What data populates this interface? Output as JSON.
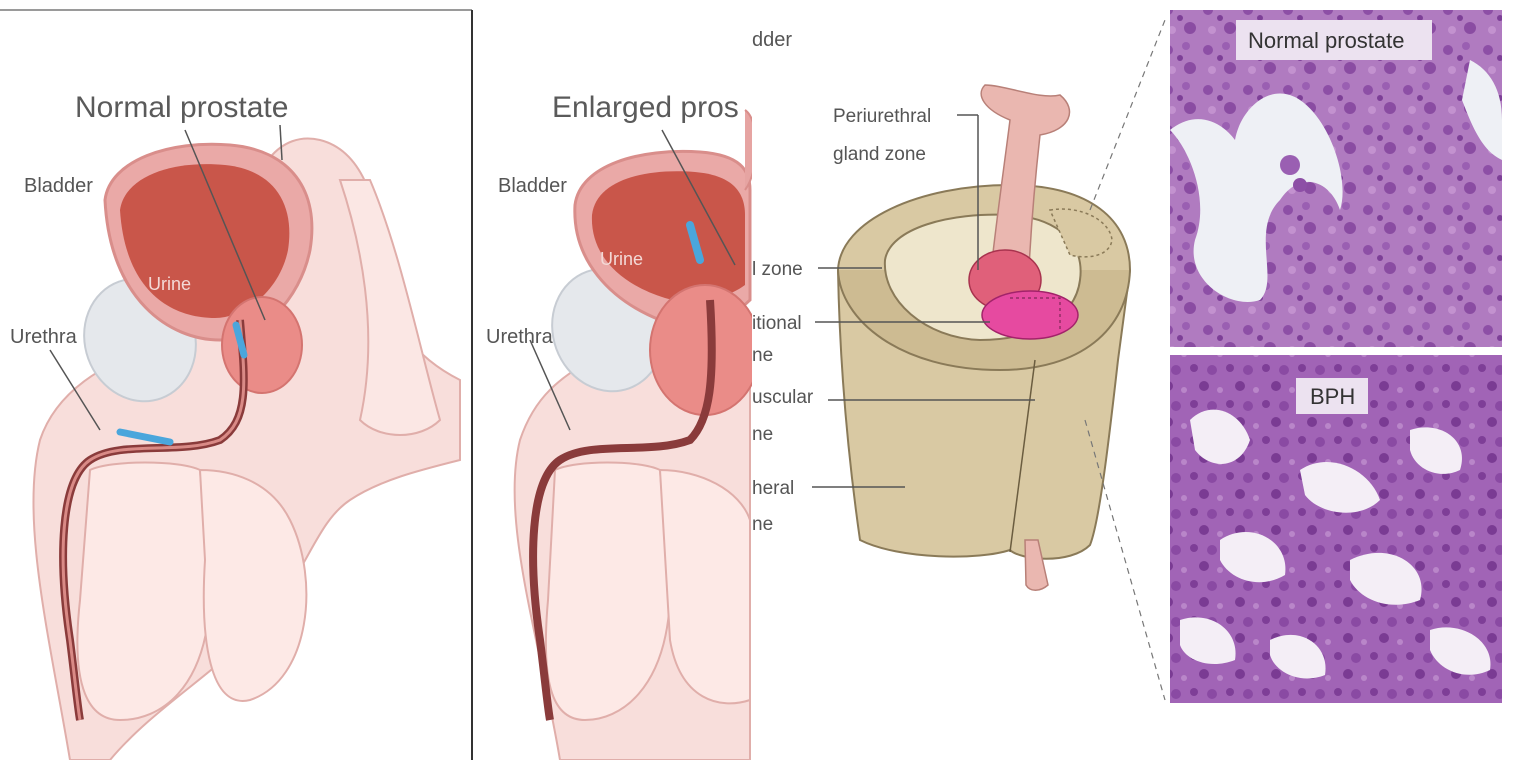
{
  "panel_normal": {
    "title": "Normal prostate",
    "bladder": "Bladder",
    "urine": "Urine",
    "urethra": "Urethra"
  },
  "panel_enlarged": {
    "title": "Enlarged pros",
    "bladder": "Bladder",
    "urine": "Urine",
    "urethra": "Urethra"
  },
  "panel_zones": {
    "bladder_fragment": "dder",
    "periurethral_line1": "Periurethral",
    "periurethral_line2": "gland zone",
    "central_zone": "l zone",
    "transitional_line1": "itional",
    "transitional_line2": "ne",
    "fibromuscular_line1": "uscular",
    "fibromuscular_line2": "ne",
    "peripheral_line1": "heral",
    "peripheral_line2": "ne"
  },
  "histology": {
    "top_label": "Normal prostate",
    "bottom_label": "BPH"
  },
  "colors": {
    "skin": "#f7dcd8",
    "bladder_wall": "#e8a8a6",
    "bladder_lumen": "#c95a4e",
    "prostate": "#e88a86",
    "urethra": "#8a3b3b",
    "urine_blue": "#4aa6dc",
    "zone_tan": "#d9c9a3",
    "zone_top": "#eee6cc",
    "periurethral": "#e0607a",
    "transitional": "#e64aa0",
    "histo_purple": "#a76bb8",
    "histo_pink": "#e6c8e6"
  }
}
